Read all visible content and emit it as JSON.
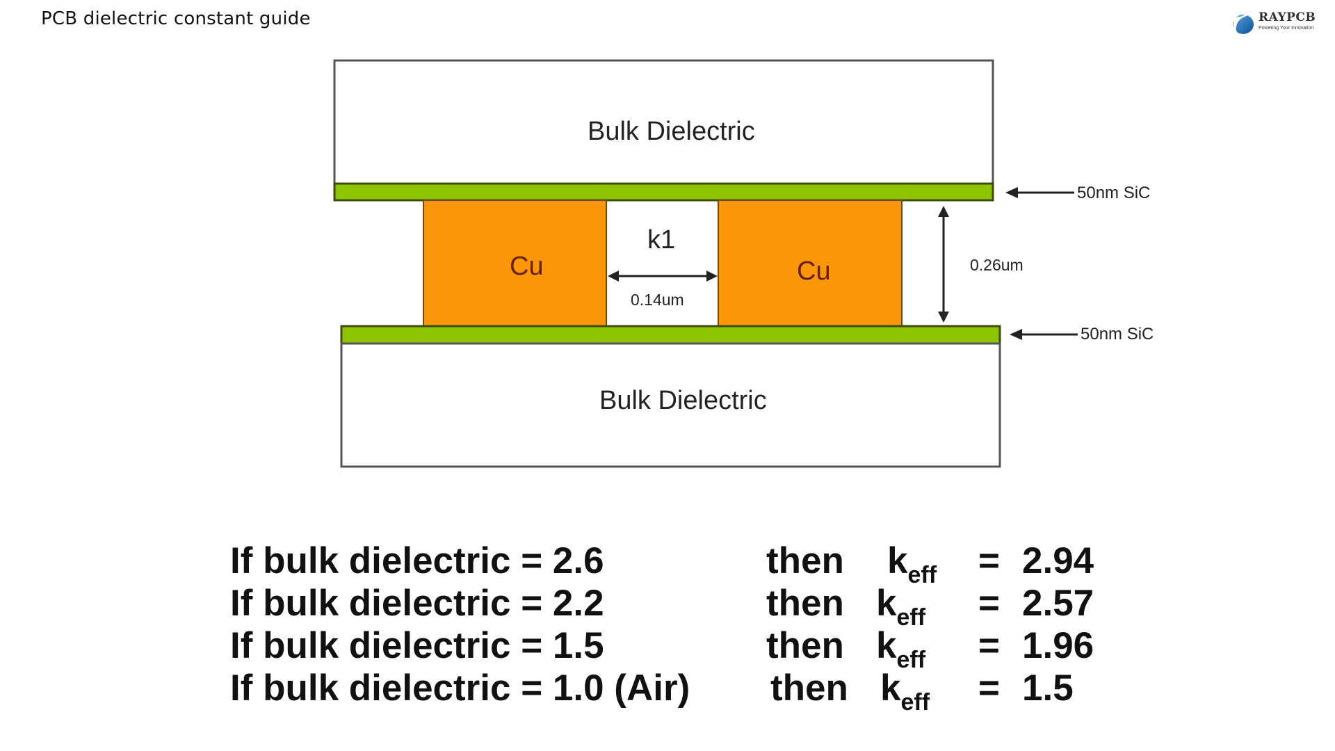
{
  "header": {
    "title": "PCB dielectric constant guide",
    "logo": {
      "name": "RAYPCB",
      "tagline": "Powering Your Innovation",
      "icon": "raypcb-logo-icon"
    }
  },
  "diagram": {
    "top_layer_label": "Bulk Dielectric",
    "bottom_layer_label": "Bulk Dielectric",
    "conductor_left_label": "Cu",
    "conductor_right_label": "Cu",
    "gap_label": "k1",
    "gap_width_label": "0.14um",
    "height_label": "0.26um",
    "top_cap_label": "50nm SiC",
    "bottom_cap_label": "50nm SiC",
    "colors": {
      "cap_layer": "#8fc400",
      "conductor": "#fa960a",
      "conductor_text": "#6a2000",
      "outline": "#444444"
    }
  },
  "equations": [
    {
      "condition": "If bulk dielectric = 2.6",
      "then": "then",
      "symbol": "k",
      "subscript": "eff",
      "equals": "=",
      "value": "2.94"
    },
    {
      "condition": "If bulk dielectric = 2.2",
      "then": "then",
      "symbol": "k",
      "subscript": "eff",
      "equals": "=",
      "value": "2.57"
    },
    {
      "condition": "If bulk dielectric = 1.5",
      "then": "then",
      "symbol": "k",
      "subscript": "eff",
      "equals": "=",
      "value": "1.96"
    },
    {
      "condition": "If bulk dielectric = 1.0 (Air)",
      "then": "then",
      "symbol": "k",
      "subscript": "eff",
      "equals": "=",
      "value": "1.5"
    }
  ]
}
